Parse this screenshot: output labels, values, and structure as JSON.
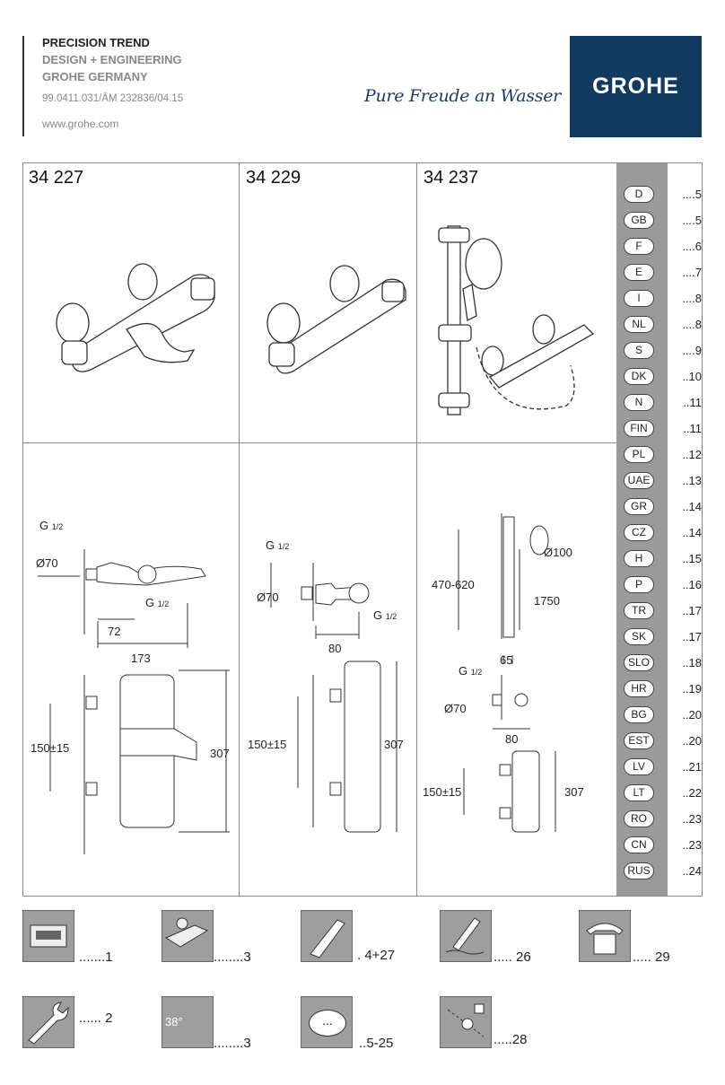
{
  "header": {
    "line1": "PRECISION TREND",
    "line2": "DESIGN + ENGINEERING",
    "line3": "GROHE GERMANY",
    "doc_code": "99.0411.031/ÄM 232836/04.15",
    "website": "www.grohe.com",
    "slogan": "Pure Freude an Wasser",
    "logo": "GROHE"
  },
  "products": [
    "34 227",
    "34 229",
    "34 237"
  ],
  "dims": {
    "a": {
      "g": "G",
      "half": "1/2",
      "dia": "Ø70",
      "d72": "72",
      "d173": "173",
      "d150": "150±15",
      "d307": "307"
    },
    "b": {
      "g": "G",
      "half": "1/2",
      "dia": "Ø70",
      "d80": "80",
      "d150": "150±15",
      "d307": "307"
    },
    "c": {
      "d470": "470-620",
      "d100": "Ø100",
      "d1750": "1750",
      "d65": "65",
      "g": "G",
      "half": "1/2",
      "dia": "Ø70",
      "d80": "80",
      "d150": "150±15",
      "d307": "307"
    }
  },
  "languages": [
    {
      "code": "D",
      "page": "....5"
    },
    {
      "code": "GB",
      "page": "....5"
    },
    {
      "code": "F",
      "page": "....6"
    },
    {
      "code": "E",
      "page": "....7"
    },
    {
      "code": "I",
      "page": "....8"
    },
    {
      "code": "NL",
      "page": "....8"
    },
    {
      "code": "S",
      "page": "....9"
    },
    {
      "code": "DK",
      "page": "..10"
    },
    {
      "code": "N",
      "page": "..11"
    },
    {
      "code": "FIN",
      "page": "..11"
    },
    {
      "code": "PL",
      "page": "..12"
    },
    {
      "code": "UAE",
      "page": "..13"
    },
    {
      "code": "GR",
      "page": "..14"
    },
    {
      "code": "CZ",
      "page": "..14"
    },
    {
      "code": "H",
      "page": "..15"
    },
    {
      "code": "P",
      "page": "..16"
    },
    {
      "code": "TR",
      "page": "..17"
    },
    {
      "code": "SK",
      "page": "..17"
    },
    {
      "code": "SLO",
      "page": "..18"
    },
    {
      "code": "HR",
      "page": "..19"
    },
    {
      "code": "BG",
      "page": "..20"
    },
    {
      "code": "EST",
      "page": "..20"
    },
    {
      "code": "LV",
      "page": "..21"
    },
    {
      "code": "LT",
      "page": "..22"
    },
    {
      "code": "RO",
      "page": "..23"
    },
    {
      "code": "CN",
      "page": "..23"
    },
    {
      "code": "RUS",
      "page": "..24"
    }
  ],
  "icons": [
    {
      "name": "tool-case-icon",
      "label": ".......1"
    },
    {
      "name": "hand-mixer-icon",
      "label": "........3"
    },
    {
      "name": "hex-key-icon",
      "label": ". 4+27"
    },
    {
      "name": "pencil-icon",
      "label": "..... 26"
    },
    {
      "name": "phone-icon",
      "label": "..... 29"
    },
    {
      "name": "wrench-icon",
      "label": "...... 2"
    },
    {
      "name": "temperature-38-icon",
      "label": "........3",
      "text": "38°"
    },
    {
      "name": "ellipsis-icon",
      "label": "..5-25",
      "text": "..."
    },
    {
      "name": "spare-parts-icon",
      "label": ".....28"
    }
  ]
}
